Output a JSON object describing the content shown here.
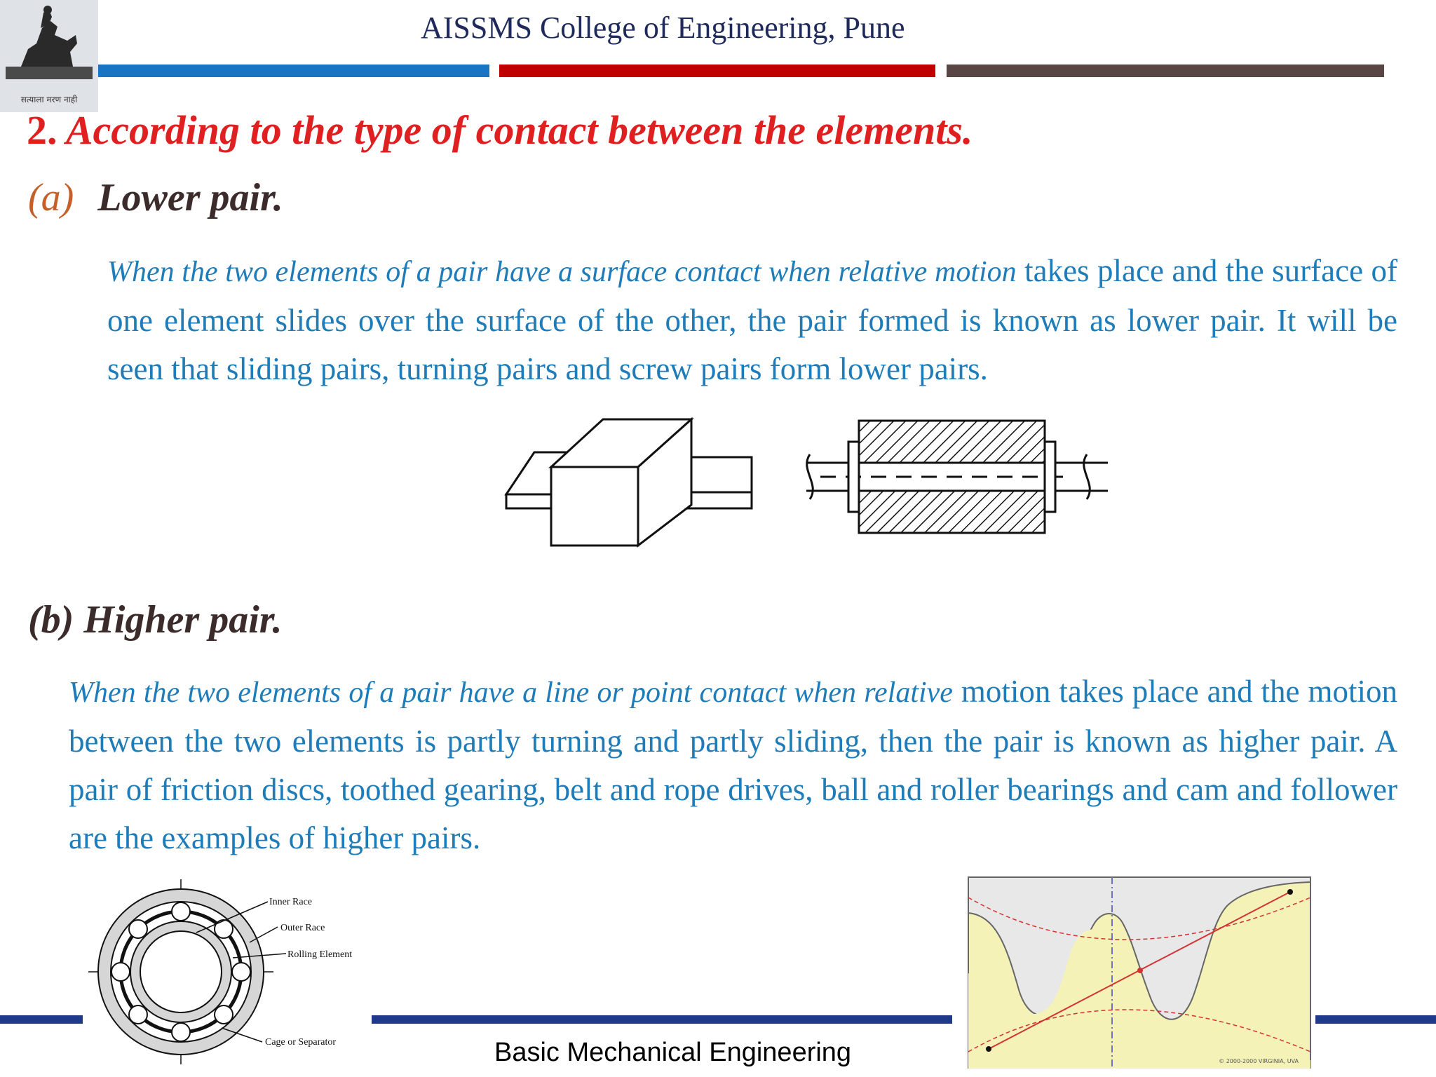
{
  "header": {
    "college_name": "AISSMS College of Engineering, Pune",
    "logo_motto": "सत्याला मरण नाही",
    "bar_colors": [
      "#1a74c4",
      "#c00000",
      "#5a4545"
    ]
  },
  "section": {
    "number": "2.",
    "title": "According to the type of contact between the elements."
  },
  "lower_pair": {
    "label": "(a)",
    "title": "Lower pair.",
    "intro_italic": "When the two elements of a pair have a surface contact when relative motion",
    "body": " takes place and the surface of one element slides over the surface of the other, the pair formed is known as lower pair. It will be seen that sliding pairs, turning pairs and screw pairs form lower pairs."
  },
  "higher_pair": {
    "label": "(b)",
    "title": "Higher pair.",
    "intro_italic": "When the two elements of a pair have a line or point contact when relative",
    "body": " motion takes place and the motion between the two elements is partly turning and partly sliding, then the pair is known as higher pair. A pair of friction discs, toothed gearing, belt and rope drives, ball and roller bearings and cam and follower are the examples of higher pairs."
  },
  "bearing_labels": {
    "inner_race": "Inner Race",
    "outer_race": "Outer Race",
    "rolling_element": "Rolling Element",
    "cage": "Cage or Separator"
  },
  "gear_copyright": "© 2000-2000 VIRGINIA, UVA",
  "footer": {
    "title": "Basic Mechanical Engineering",
    "bar_color": "#1f3a8a"
  }
}
